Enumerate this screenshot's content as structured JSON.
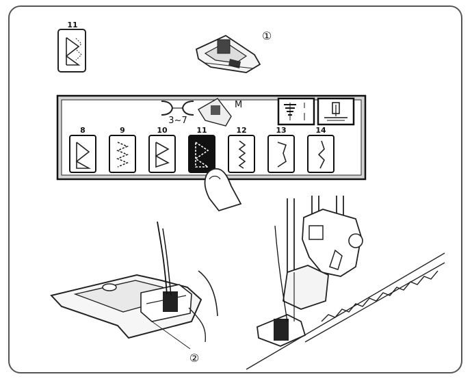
{
  "selected_pattern": {
    "number": "11"
  },
  "panel": {
    "width_range": "3~7",
    "foot_letter": "M",
    "patterns": [
      {
        "number": "8"
      },
      {
        "number": "9"
      },
      {
        "number": "10"
      },
      {
        "number": "11",
        "selected": true
      },
      {
        "number": "12"
      },
      {
        "number": "13"
      },
      {
        "number": "14"
      }
    ]
  },
  "callouts": [
    "①",
    "②"
  ]
}
